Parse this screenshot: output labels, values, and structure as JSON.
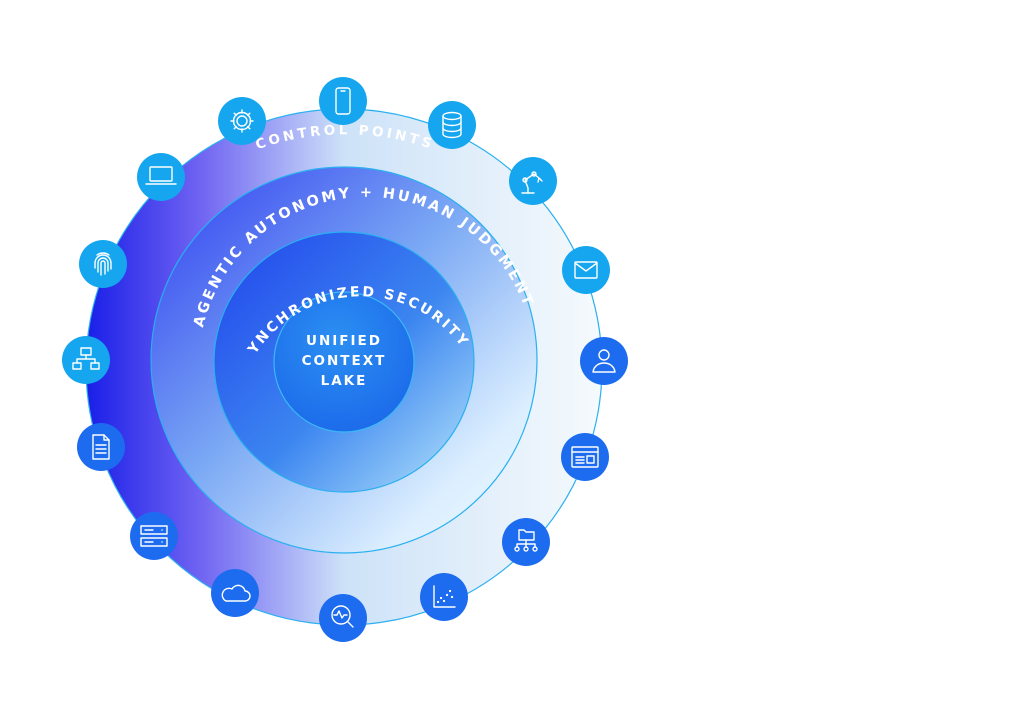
{
  "rings": {
    "outer_label": "CONTROL POINTS",
    "second_label": "AGENTIC AUTONOMY + HUMAN JUDGMENT",
    "third_label": "SYNCHRONIZED SECURITY™"
  },
  "center": {
    "line1": "UNIFIED",
    "line2": "CONTEXT",
    "line3": "LAKE"
  },
  "colors": {
    "deep_blue": "#1a2ff0",
    "light_blue": "#1ab0f0",
    "icon_blue": "#1d6cf0"
  },
  "icons": [
    "gear-icon",
    "phone-icon",
    "database-icon",
    "robot-arm-icon",
    "envelope-icon",
    "user-icon",
    "browser-window-icon",
    "folder-network-icon",
    "scatter-chart-icon",
    "pulse-search-icon",
    "cloud-icon",
    "server-icon",
    "document-icon",
    "network-icon",
    "fingerprint-icon",
    "laptop-icon"
  ]
}
